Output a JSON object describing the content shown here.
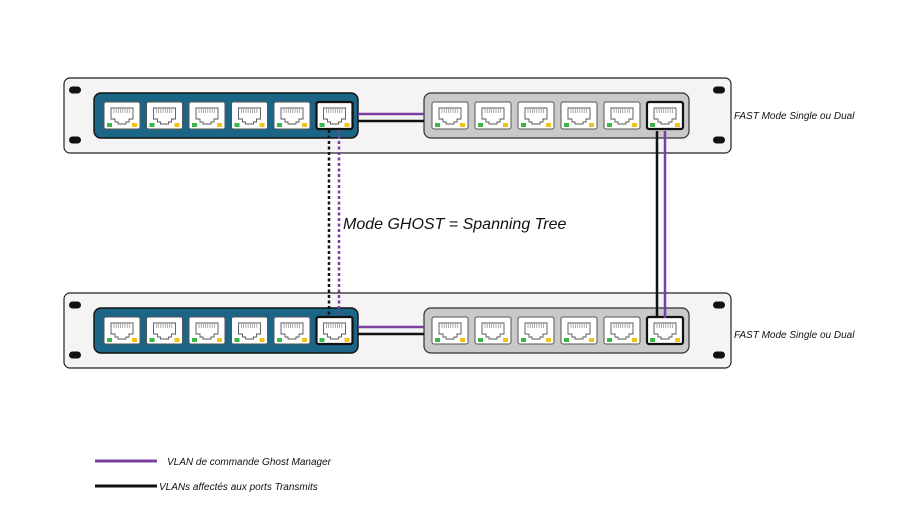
{
  "racks": [
    {
      "label": "FAST Mode Single ou Dual",
      "blue_group": {
        "port_count": 6,
        "uplink_port": 6
      },
      "gray_group": {
        "port_count": 6,
        "uplink_port": 6
      }
    },
    {
      "label": "FAST Mode Single ou Dual",
      "blue_group": {
        "port_count": 6,
        "uplink_port": 6
      },
      "gray_group": {
        "port_count": 6,
        "uplink_port": 6
      }
    }
  ],
  "ghost_link_label": "Mode GHOST = Spanning Tree",
  "legend": [
    {
      "label": "VLAN de commande Ghost Manager",
      "color": "#7a3fa0"
    },
    {
      "label": "VLANs affectés aux ports Transmits",
      "color": "#111111"
    }
  ],
  "colors": {
    "blue_group": "#1b6587",
    "gray_group": "#c9c9c9",
    "rack_panel": "#f4f4f4",
    "led_green": "#3ab54a",
    "led_yellow": "#f2c314",
    "vlan_command": "#7a3fa0",
    "vlan_transmit": "#111111"
  }
}
